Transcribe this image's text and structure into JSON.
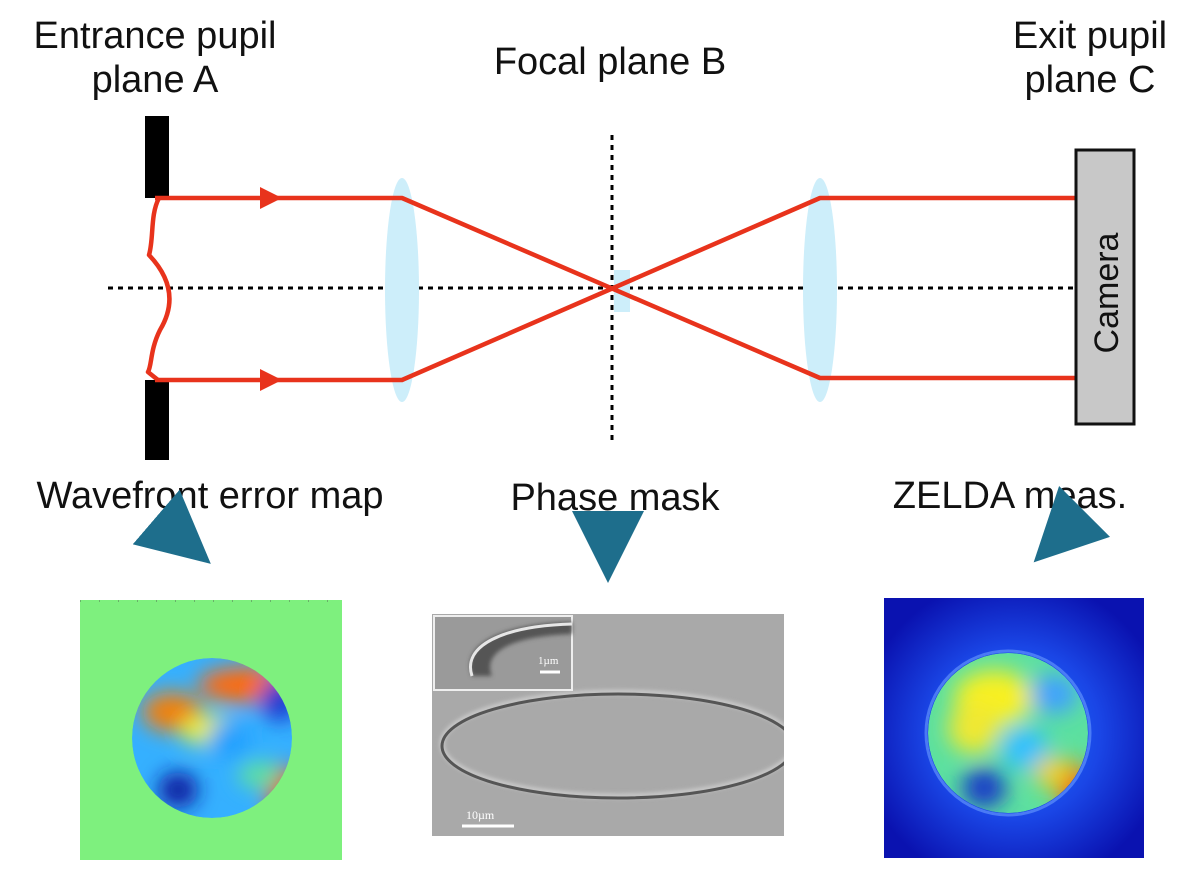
{
  "labels": {
    "plane_a_line1": "Entrance pupil",
    "plane_a_line2": "plane A",
    "plane_b": "Focal plane B",
    "plane_c_line1": "Exit pupil",
    "plane_c_line2": "plane C",
    "camera": "Camera",
    "wavefront": "Wavefront error map",
    "phase_mask": "Phase mask",
    "zelda": "ZELDA meas."
  },
  "phase_mask_image": {
    "inset_scale": "1µm",
    "main_scale": "10µm"
  },
  "colors": {
    "beam": "#e8331c",
    "lens": "#cdeefa",
    "arrow": "#1e6e8c",
    "camera_fill": "#c8c8c8",
    "wavefront_bg": "#7ef07e",
    "zelda_bg": "#0a1ec8"
  }
}
